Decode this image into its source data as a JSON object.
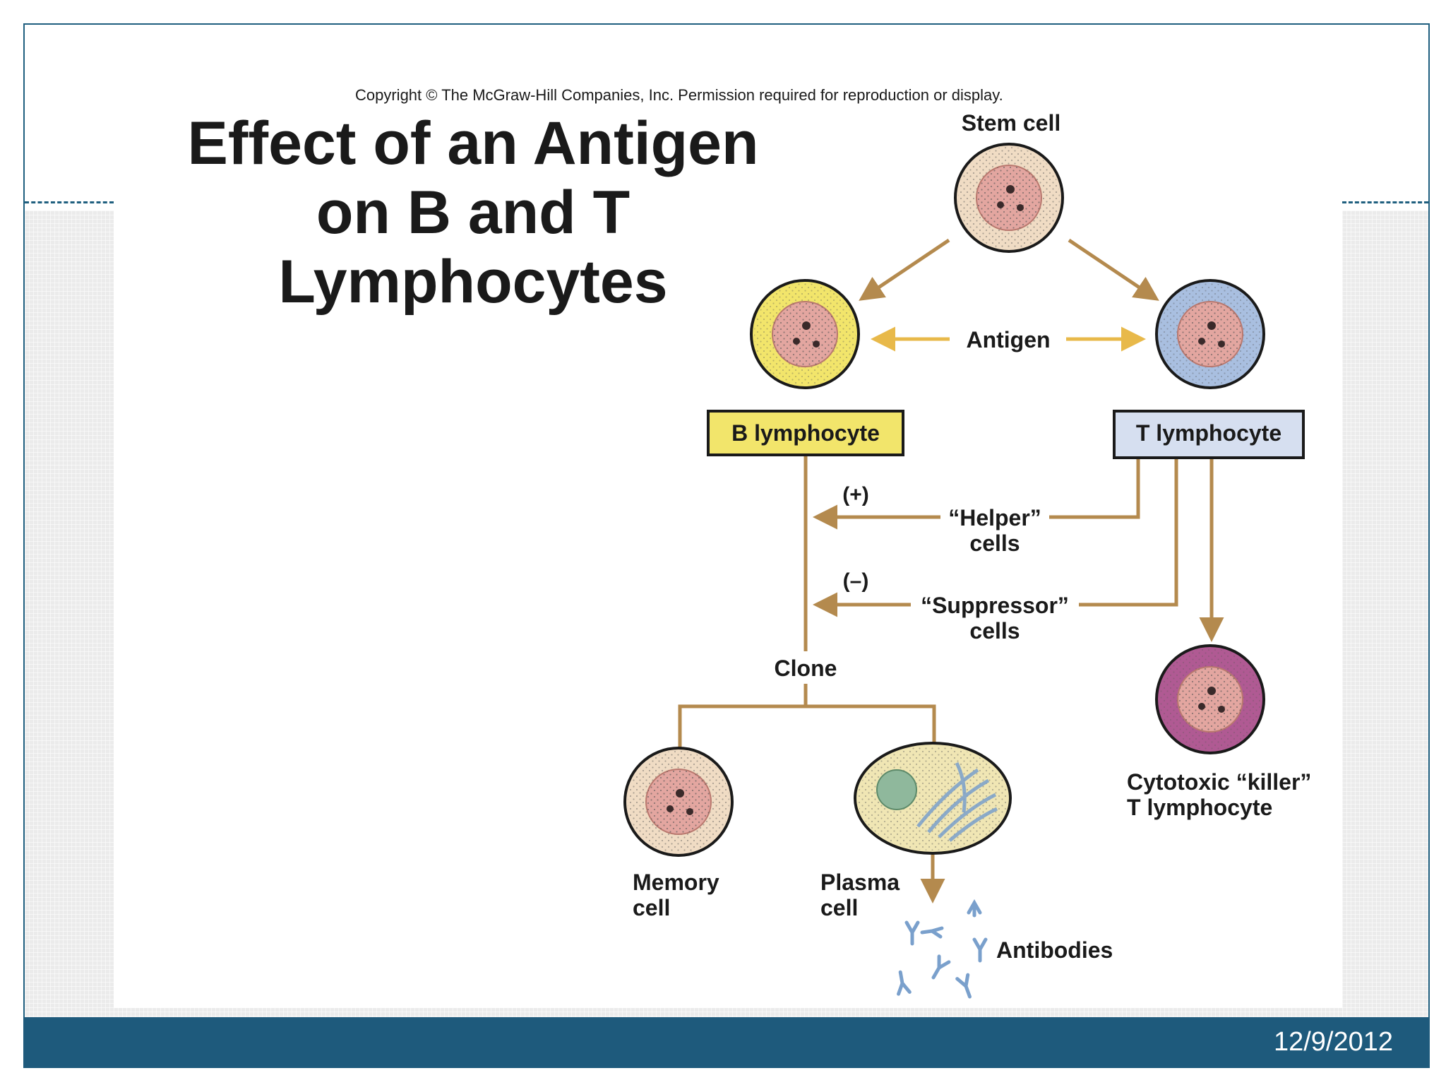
{
  "slide": {
    "date": "12/9/2012",
    "copyright": "Copyright © The McGraw-Hill Companies, Inc. Permission required for reproduction or display.",
    "title_lines": [
      "Effect of an Antigen",
      "on B and T",
      "Lymphocytes"
    ]
  },
  "diagram": {
    "stem_cell_label": "Stem cell",
    "antigen_label": "Antigen",
    "b_lymphocyte_label": "B lymphocyte",
    "t_lymphocyte_label": "T lymphocyte",
    "helper_sign": "(+)",
    "helper_label": [
      "“Helper”",
      "cells"
    ],
    "suppressor_sign": "(–)",
    "suppressor_label": [
      "“Suppressor”",
      "cells"
    ],
    "clone_label": "Clone",
    "memory_cell_label": [
      "Memory",
      "cell"
    ],
    "plasma_cell_label": [
      "Plasma",
      "cell"
    ],
    "antibodies_label": "Antibodies",
    "cytotoxic_label": [
      "Cytotoxic “killer”",
      "T lymphocyte"
    ]
  },
  "colors": {
    "accent": "#1e5a7c",
    "arrow": "#b48a4e",
    "antigen_arrow": "#e8b94a",
    "b_cell": "#f2e56b",
    "t_cell": "#a9bfe0",
    "killer_cell": "#b05a93",
    "stem_cell": "#f0dcc4"
  }
}
